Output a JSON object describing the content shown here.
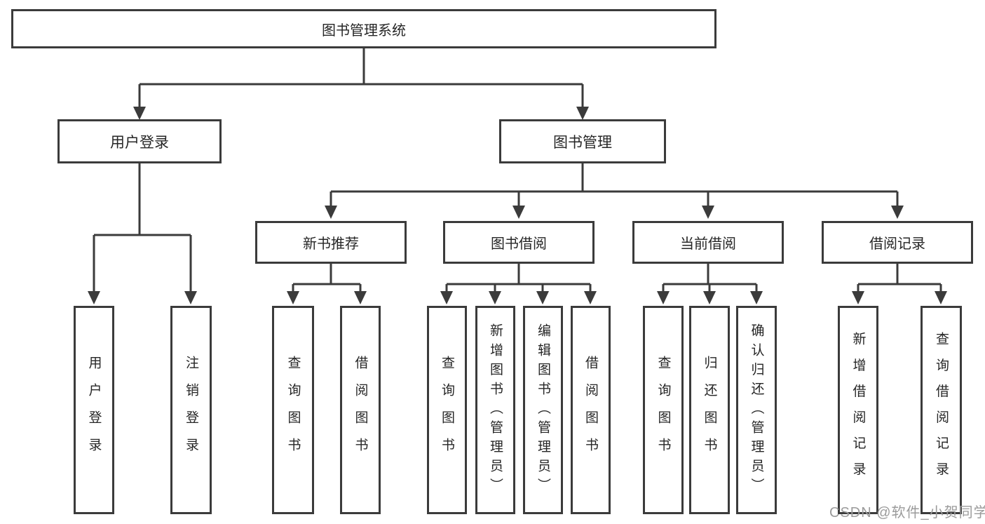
{
  "tree": {
    "root": "图书管理系统",
    "branches": [
      {
        "label": "用户登录",
        "leaves": [
          "用户登录",
          "注销登录"
        ]
      },
      {
        "label": "图书管理",
        "groups": [
          {
            "label": "新书推荐",
            "leaves": [
              "查询图书",
              "借阅图书"
            ]
          },
          {
            "label": "图书借阅",
            "leaves": [
              "查询图书",
              "新增图书（管理员）",
              "编辑图书（管理员）",
              "借阅图书"
            ]
          },
          {
            "label": "当前借阅",
            "leaves": [
              "查询图书",
              "归还图书",
              "确认归还（管理员）"
            ]
          },
          {
            "label": "借阅记录",
            "leaves": [
              "新增借阅记录",
              "查询借阅记录"
            ]
          }
        ]
      }
    ]
  },
  "watermark": {
    "text": "CSDN @软件_小贺同学",
    "color": "#9b9b9b"
  },
  "colors": {
    "line": "#3b3b3b",
    "box_background": "#ffffff",
    "box_text": "#262626"
  }
}
